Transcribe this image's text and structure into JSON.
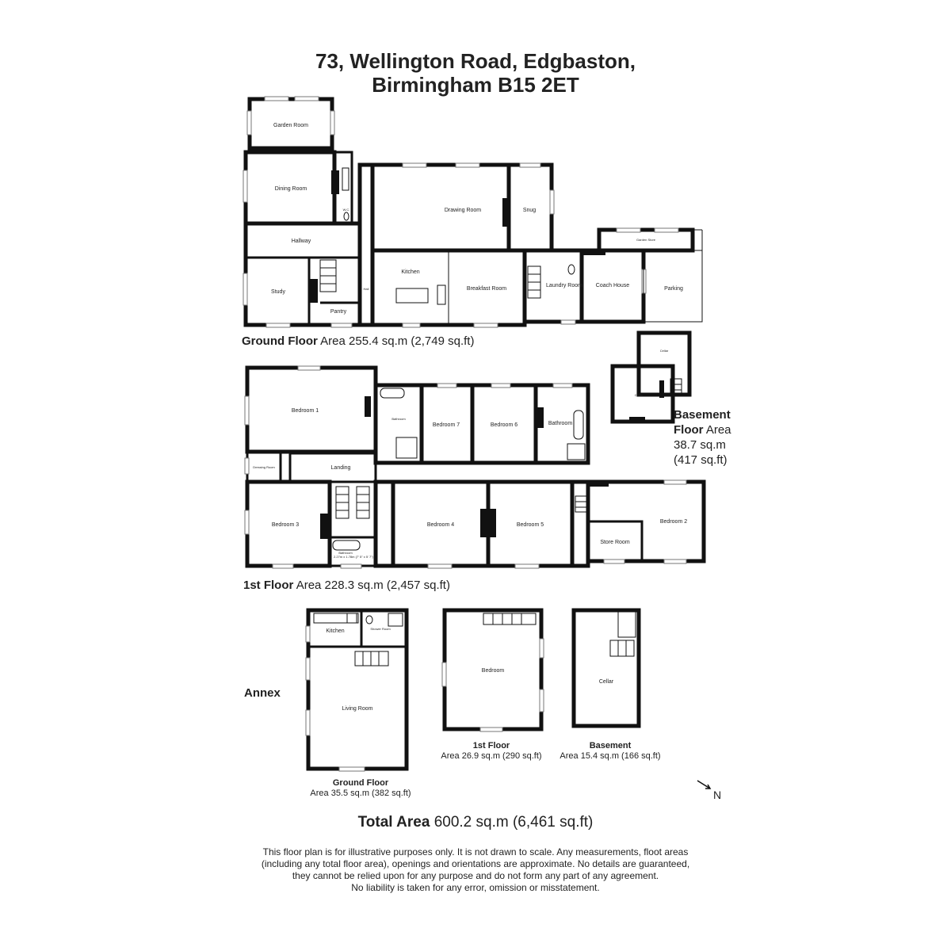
{
  "title": {
    "line1": "73, Wellington Road, Edgbaston,",
    "line2": "Birmingham B15 2ET"
  },
  "rooms": {
    "garden_room": "Garden Room",
    "dining_room": "Dining Room",
    "wc": "W.C.",
    "drawing_room": "Drawing Room",
    "snug": "Snug",
    "hallway": "Hallway",
    "study": "Study",
    "hall": "Hall",
    "pantry": "Pantry",
    "kitchen": "Kitchen",
    "breakfast_room": "Breakfast Room",
    "laundry_room": "Laundry Room",
    "coach_house": "Coach House",
    "garden_store": "Garden Store",
    "parking": "Parking",
    "cellar_top": "Cellar",
    "cellar_bottom": "Cellar",
    "bedroom_1": "Bedroom 1",
    "bathroom_1": "Bathroom",
    "bedroom_7": "Bedroom 7",
    "bedroom_6": "Bedroom 6",
    "bathroom_2": "Bathroom",
    "dressing_room": "Dressing Room",
    "landing": "Landing",
    "bedroom_3": "Bedroom 3",
    "bathroom_3": "Bathroom",
    "bathroom_3_dims": "2.27m x 1.78m (7' 5\" x 5' 7\")",
    "bedroom_4": "Bedroom 4",
    "bedroom_5": "Bedroom 5",
    "store_room": "Store Room",
    "bedroom_2": "Bedroom 2",
    "annex_kitchen": "Kitchen",
    "annex_shower": "Shower Room",
    "annex_living": "Living Room",
    "annex_bedroom": "Bedroom",
    "annex_cellar": "Cellar"
  },
  "areas": {
    "ground": {
      "label": "Ground Floor",
      "value": "Area 255.4 sq.m (2,749 sq.ft)"
    },
    "first": {
      "label": "1st Floor",
      "value": "Area 228.3 sq.m (2,457 sq.ft)"
    },
    "basement": {
      "label1": "Basement",
      "label2": "Floor",
      "value1": "Area",
      "value2": "38.7 sq.m",
      "value3": "(417 sq.ft)"
    },
    "annex_label": "Annex",
    "annex_ground": {
      "label": "Ground Floor",
      "value": "Area 35.5 sq.m (382 sq.ft)"
    },
    "annex_first": {
      "label": "1st Floor",
      "value": "Area 26.9 sq.m (290 sq.ft)"
    },
    "annex_basement": {
      "label": "Basement",
      "value": "Area 15.4 sq.m (166 sq.ft)"
    }
  },
  "total": {
    "label": "Total Area",
    "value": "600.2 sq.m (6,461 sq.ft)"
  },
  "compass": "N",
  "disclaimer": {
    "line1": "This floor plan is for illustrative purposes only. It is not drawn to scale. Any measurements, floot areas",
    "line2": "(including any total floor area), openings and orientations are approximate. No details are guaranteed,",
    "line3": "they cannot be relied upon for any purpose and do not form any part of any agreement.",
    "line4": "No liability is taken for any error, omission or misstatement."
  }
}
